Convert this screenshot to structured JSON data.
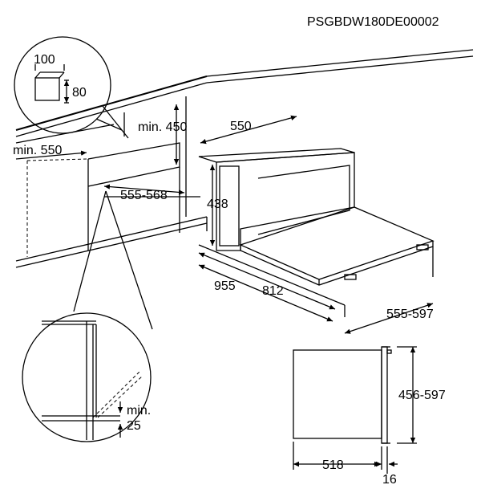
{
  "document_code": "PSGBDW180DE00002",
  "dimensions": {
    "vent_width": "100",
    "vent_height": "80",
    "cabinet_min_height": "min. 450",
    "cabinet_min_depth": "min. 550",
    "niche_depth": "555-568",
    "appliance_depth": "550",
    "appliance_height": "438",
    "drawer_extended": "955",
    "drawer_travel": "812",
    "niche_width": "555-597",
    "niche_height": "456-597",
    "body_depth": "518",
    "front_thickness": "16",
    "gap_min_label": "min.",
    "gap_min_value": "25"
  }
}
